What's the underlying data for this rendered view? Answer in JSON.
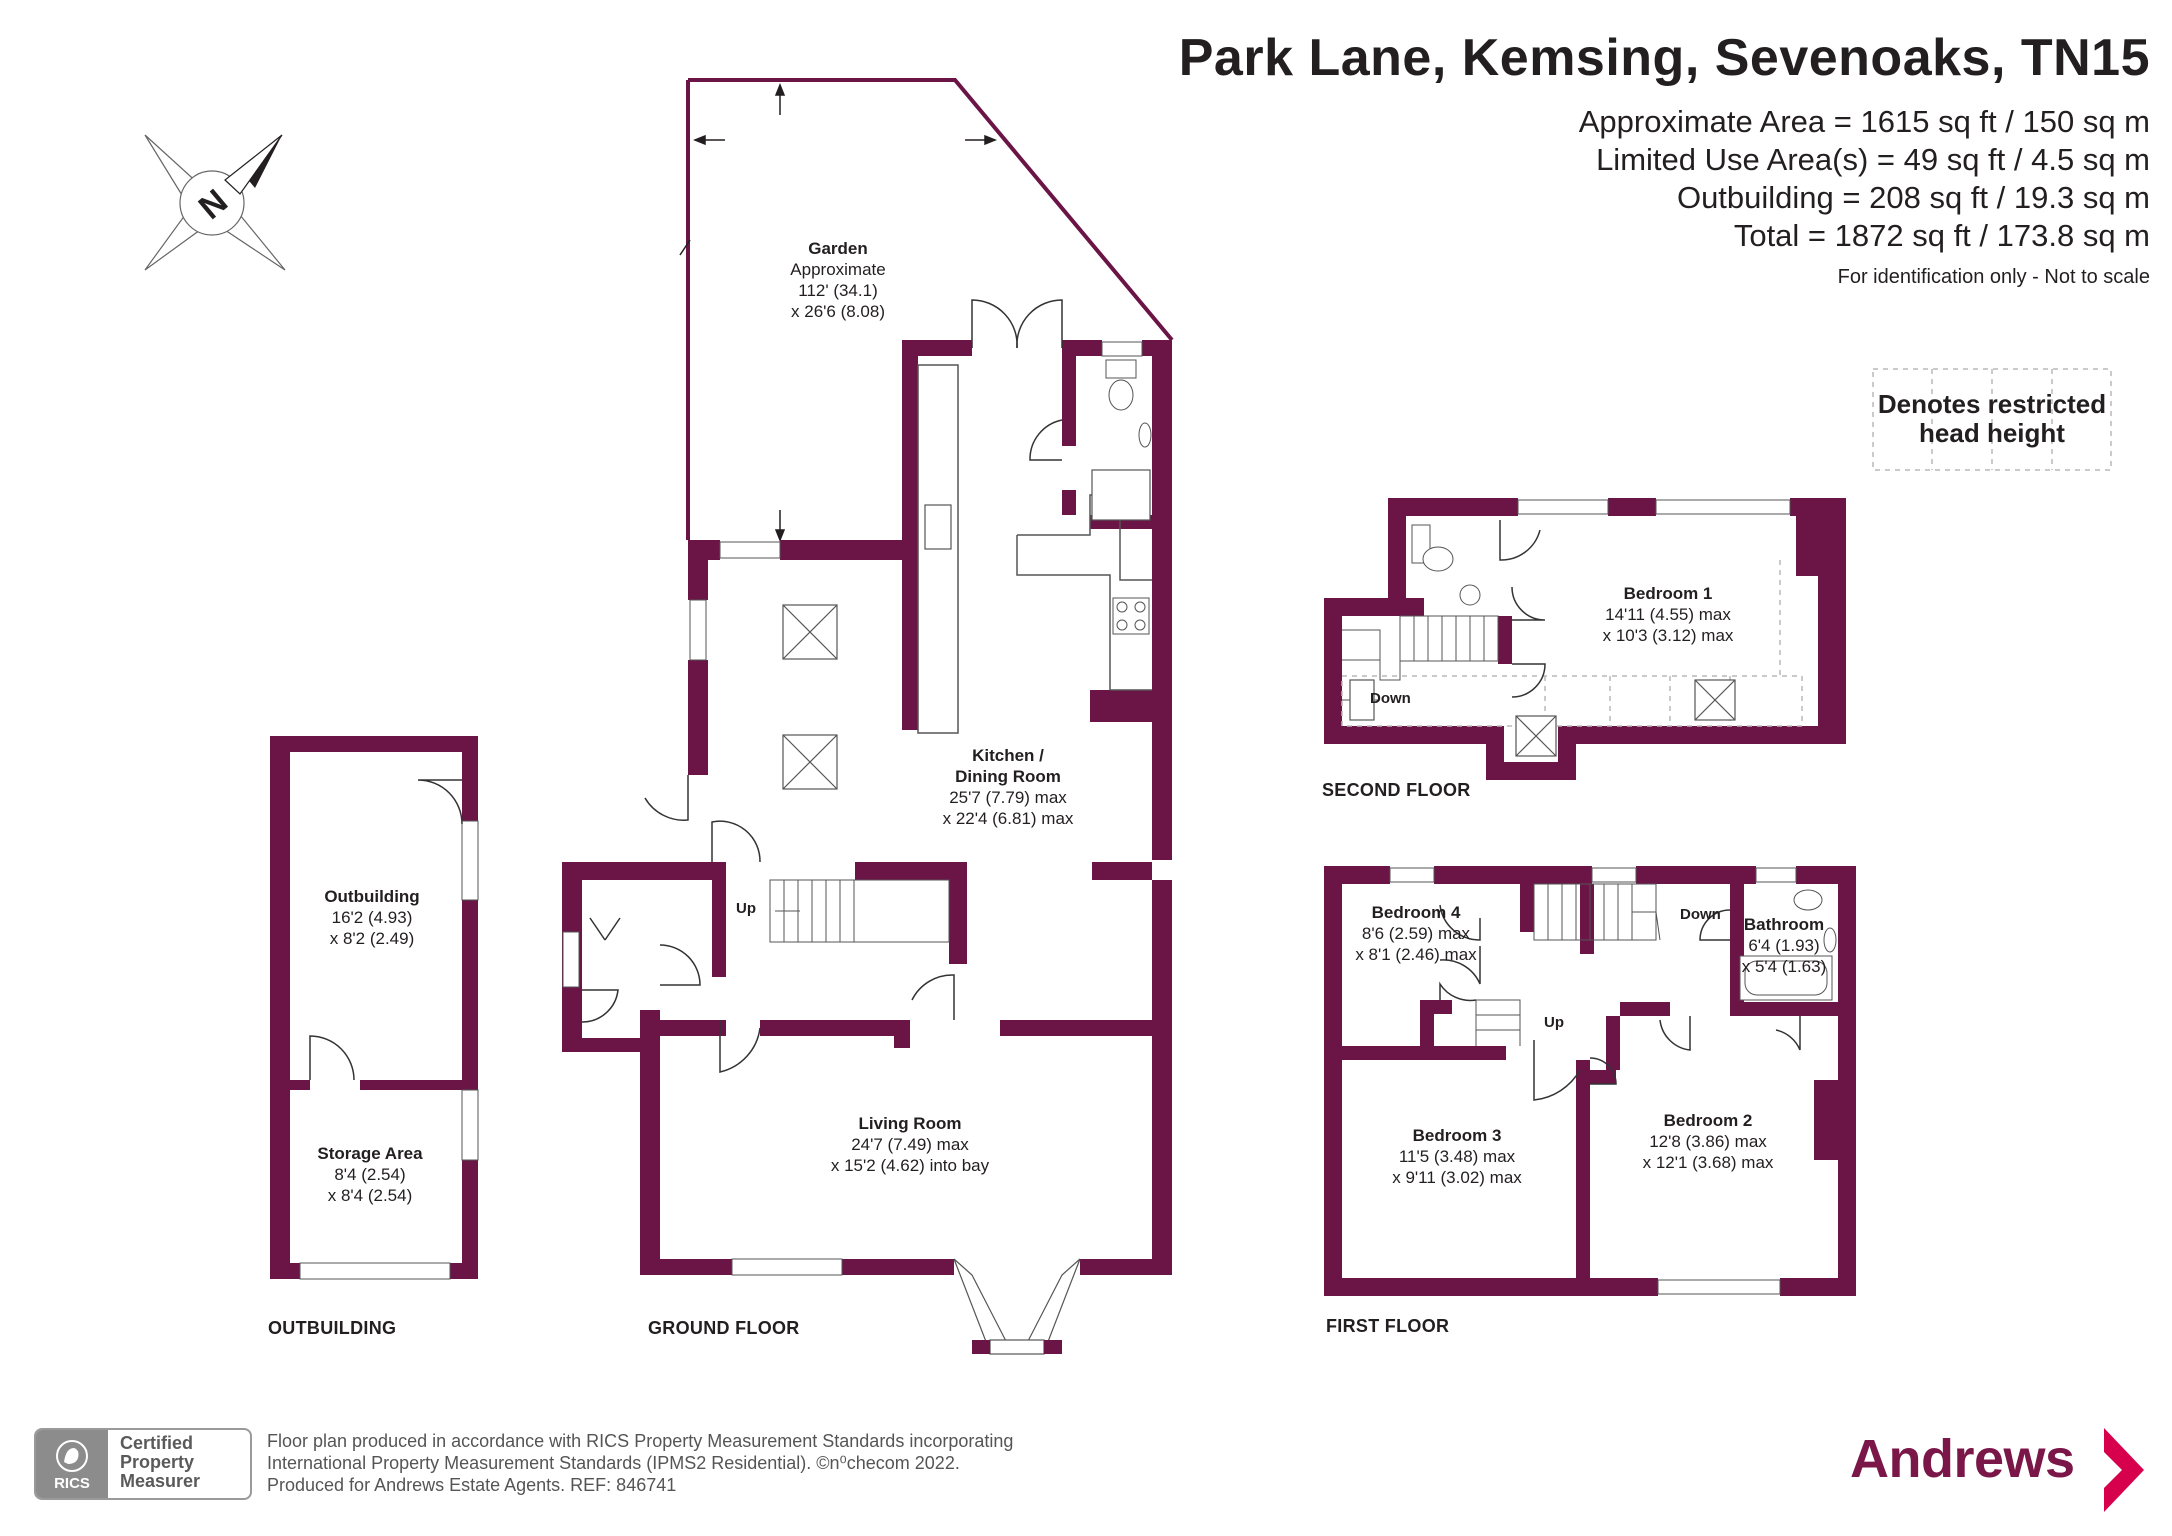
{
  "header": {
    "title": "Park Lane, Kemsing, Sevenoaks, TN15",
    "areas": [
      "Approximate Area = 1615 sq ft / 150 sq m",
      "Limited Use Area(s) = 49 sq ft / 4.5 sq m",
      "Outbuilding = 208 sq ft / 19.3 sq m",
      "Total = 1872 sq ft / 173.8 sq m"
    ],
    "note": "For identification only - Not to scale"
  },
  "legend": {
    "line1": "Denotes restricted",
    "line2": "head height"
  },
  "compass": {
    "letter": "N"
  },
  "floors": {
    "outbuilding": "OUTBUILDING",
    "ground": "GROUND FLOOR",
    "first": "FIRST FLOOR",
    "second": "SECOND FLOOR"
  },
  "rooms": {
    "garden": {
      "name": "Garden",
      "l1": "Approximate",
      "l2": "112' (34.1)",
      "l3": "x 26'6 (8.08)"
    },
    "kitchen": {
      "name1": "Kitchen /",
      "name2": "Dining Room",
      "l1": "25'7 (7.79) max",
      "l2": "x 22'4 (6.81) max"
    },
    "living": {
      "name": "Living Room",
      "l1": "24'7 (7.49) max",
      "l2": "x 15'2 (4.62) into bay"
    },
    "outbuilding": {
      "name": "Outbuilding",
      "l1": "16'2 (4.93)",
      "l2": "x 8'2 (2.49)"
    },
    "storage": {
      "name": "Storage Area",
      "l1": "8'4 (2.54)",
      "l2": "x 8'4 (2.54)"
    },
    "bedroom1": {
      "name": "Bedroom 1",
      "l1": "14'11 (4.55) max",
      "l2": "x 10'3 (3.12) max"
    },
    "bedroom2": {
      "name": "Bedroom 2",
      "l1": "12'8 (3.86) max",
      "l2": "x 12'1 (3.68) max"
    },
    "bedroom3": {
      "name": "Bedroom 3",
      "l1": "11'5 (3.48) max",
      "l2": "x 9'11 (3.02) max"
    },
    "bedroom4": {
      "name": "Bedroom 4",
      "l1": "8'6 (2.59) max",
      "l2": "x 8'1 (2.46) max"
    },
    "bathroom": {
      "name": "Bathroom",
      "l1": "6'4 (1.93)",
      "l2": "x 5'4 (1.63)"
    }
  },
  "stairs": {
    "ground_up": "Up",
    "first_down": "Down",
    "first_up": "Up",
    "second_down": "Down"
  },
  "footer": {
    "line1": "Floor plan produced in accordance with RICS Property Measurement Standards incorporating",
    "line2": "International Property Measurement Standards (IPMS2 Residential).  ©n⁰checom 2022.",
    "line3": "Produced for Andrews Estate Agents.  REF:  846741",
    "rics_word": "RICS",
    "cert1": "Certified",
    "cert2": "Property",
    "cert3": "Measurer",
    "brand": "Andrews"
  },
  "colors": {
    "wall": "#6b1446",
    "text": "#231f20",
    "brand": "#7a1648",
    "dash": "#b9b9b9"
  }
}
